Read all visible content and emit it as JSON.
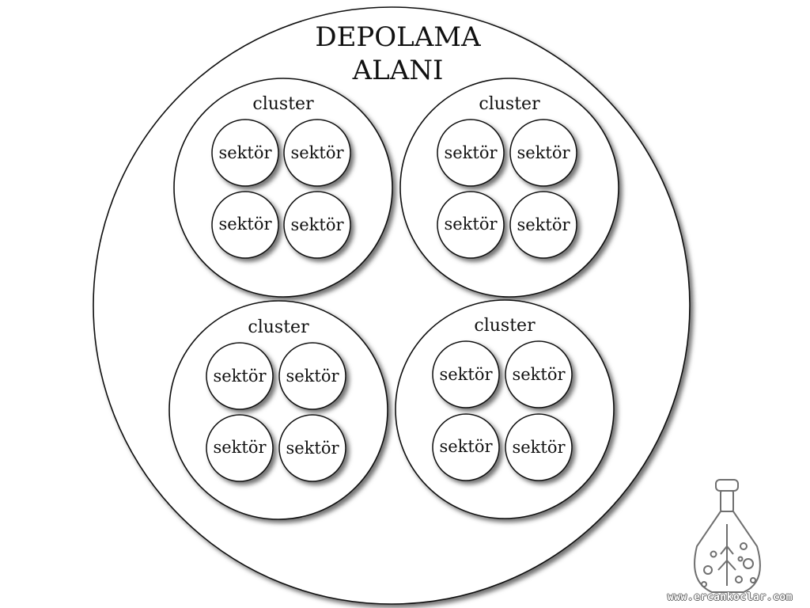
{
  "diagram": {
    "title_line1": "DEPOLAMA",
    "title_line2": "ALANI",
    "clusters": [
      {
        "label": "cluster",
        "sectors": [
          "sektör",
          "sektör",
          "sektör",
          "sektör"
        ]
      },
      {
        "label": "cluster",
        "sectors": [
          "sektör",
          "sektör",
          "sektör",
          "sektör"
        ]
      },
      {
        "label": "cluster",
        "sectors": [
          "sektör",
          "sektör",
          "sektör",
          "sektör"
        ]
      },
      {
        "label": "cluster",
        "sectors": [
          "sektör",
          "sektör",
          "sektör",
          "sektör"
        ]
      }
    ]
  },
  "logo": {
    "icon": "flask-logo-icon",
    "watermark": "www.ercankoclar.com"
  }
}
